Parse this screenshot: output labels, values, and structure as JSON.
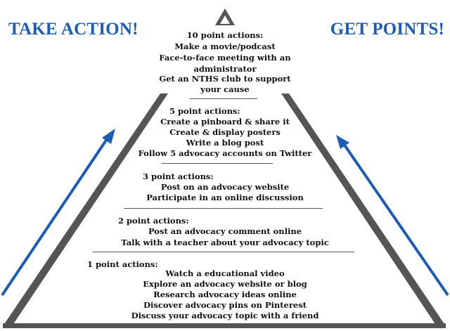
{
  "headings": {
    "left": "TAKE ACTION!",
    "right": "GET POINTS!"
  },
  "tiers": [
    {
      "title": "10 point actions:",
      "items": [
        "Make a movie/podcast",
        "Face-to-face meeting with an",
        "administrator",
        "Get an NTHS club to support",
        "your cause"
      ]
    },
    {
      "title": "5 point actions:",
      "items": [
        "Create a pinboard & share it",
        "Create & display posters",
        "Write a blog post",
        "Follow 5 advocacy accounts on Twitter"
      ]
    },
    {
      "title": "3 point actions:",
      "items": [
        "Post on an advocacy website",
        "Participate in an online discussion"
      ]
    },
    {
      "title": "2 point actions:",
      "items": [
        "Post an advocacy comment online",
        "Talk with a teacher about your advocacy topic"
      ]
    },
    {
      "title": "1 point actions:",
      "items": [
        "Watch a educational video",
        "Explore an advocacy website or blog",
        "Research advocacy ideas online",
        "Discover advocacy pins on Pinterest",
        "Discuss your advocacy topic with a friend"
      ]
    }
  ],
  "colors": {
    "heading": "#1e5bb5",
    "arrow": "#1e5bb5",
    "pyramid": "#555555",
    "text": "#111111"
  }
}
